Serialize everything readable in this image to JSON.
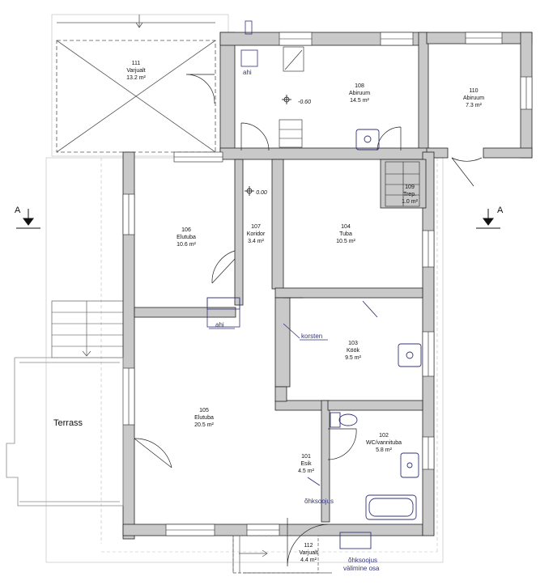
{
  "rooms": {
    "r101": {
      "num": "101",
      "name": "Esik",
      "area": "4.5  m²"
    },
    "r102": {
      "num": "102",
      "name": "WC/vannituba",
      "area": "5.8  m²"
    },
    "r103": {
      "num": "103",
      "name": "Köök",
      "area": "9.5  m²"
    },
    "r104": {
      "num": "104",
      "name": "Tuba",
      "area": "10.5  m²"
    },
    "r105": {
      "num": "105",
      "name": "Elutuba",
      "area": "20.5  m²"
    },
    "r106": {
      "num": "106",
      "name": "Elutuba",
      "area": "10.6  m²"
    },
    "r107": {
      "num": "107",
      "name": "Koridor",
      "area": "3.4  m²"
    },
    "r108": {
      "num": "108",
      "name": "Abiruum",
      "area": "14.5  m²"
    },
    "r109": {
      "num": "109",
      "name": "Trep.",
      "area": "1.0  m²"
    },
    "r110": {
      "num": "110",
      "name": "Abiruum",
      "area": "7.3  m²"
    },
    "r111": {
      "num": "111",
      "name": "Varjualt",
      "area": "13.2  m²"
    },
    "r112": {
      "num": "112",
      "name": "Varjualt",
      "area": "4.4  m²"
    }
  },
  "labels": {
    "terrass": "Terrass",
    "ahi_top": "ahi",
    "ahi_mid": "ahi",
    "korsten": "korsten",
    "ohksoojus_1": "õhksoojus",
    "ohksoojus_2": "välimine  osa",
    "section_left": "A",
    "section_right": "A",
    "level_low": "-0.60",
    "level_zero": "0.00",
    "watermark": "õhksoojus"
  },
  "colors": {
    "wall": "#c9c9c9",
    "line": "#222222",
    "dim": "#9a9a9a",
    "blue": "#33337a"
  }
}
